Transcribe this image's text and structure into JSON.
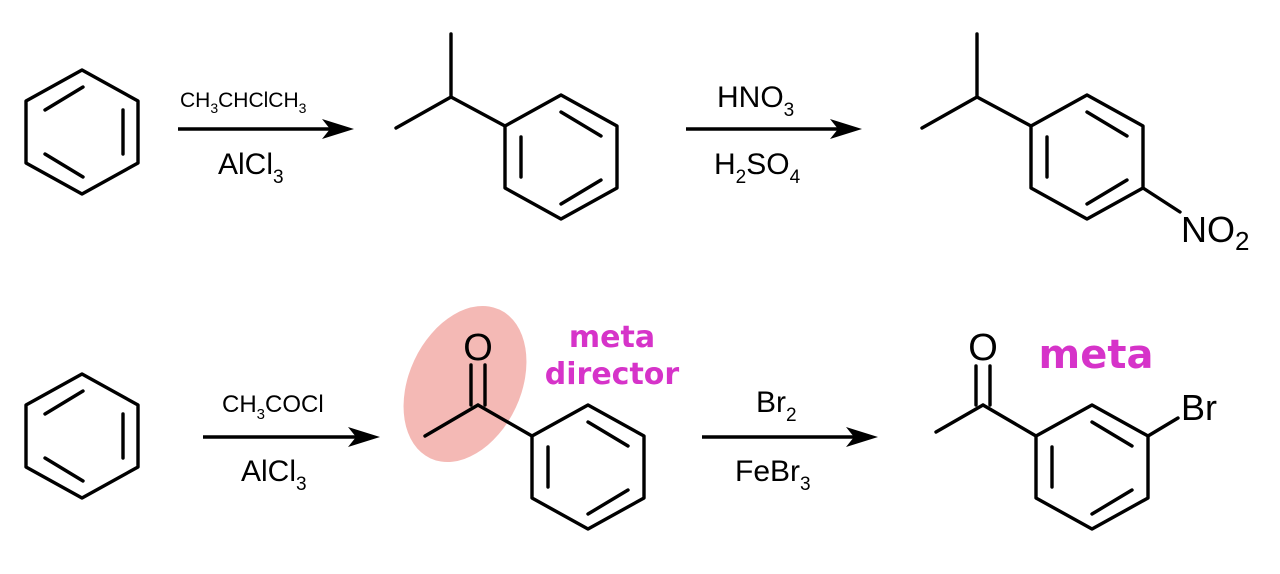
{
  "colors": {
    "ink": "#000000",
    "annotation": "#d633c9",
    "highlight": "#f4b9b5"
  },
  "reaction1": {
    "reagent_top": {
      "parts": [
        "CH",
        "3",
        "CHClCH",
        "3"
      ]
    },
    "reagent_bottom": {
      "parts": [
        "AlCl",
        "3"
      ]
    },
    "reagent2_top": {
      "parts": [
        "HNO",
        "3"
      ]
    },
    "reagent2_bottom": {
      "parts": [
        "H",
        "2",
        "SO",
        "4"
      ]
    },
    "product_group": {
      "parts": [
        "NO",
        "2"
      ]
    }
  },
  "reaction2": {
    "reagent_top": {
      "parts": [
        "CH",
        "3",
        "COCl"
      ]
    },
    "reagent_bottom": {
      "parts": [
        "AlCl",
        "3"
      ]
    },
    "reagent2_top": {
      "parts": [
        "Br",
        "2"
      ]
    },
    "reagent2_bottom": {
      "parts": [
        "FeBr",
        "3"
      ]
    },
    "carbonyl_oxygen": "O",
    "product_carbonyl_oxygen": "O",
    "product_substituent": "Br",
    "annotation_line1": "meta",
    "annotation_line2": "director",
    "product_annotation": "meta"
  }
}
